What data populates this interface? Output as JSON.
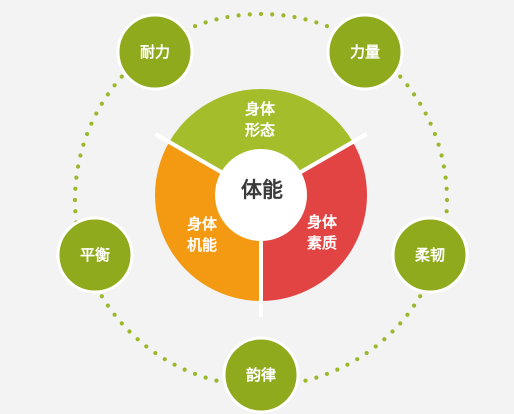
{
  "center": {
    "label": "体能"
  },
  "segments": [
    {
      "id": "shape",
      "label": "身体\n形态",
      "color": "#a4bd2b"
    },
    {
      "id": "quality",
      "label": "身体\n素质",
      "color": "#e24343"
    },
    {
      "id": "function",
      "label": "身体\n机能",
      "color": "#f39a12"
    }
  ],
  "nodes": [
    {
      "id": "endurance",
      "label": "耐力"
    },
    {
      "id": "strength",
      "label": "力量"
    },
    {
      "id": "flexibility",
      "label": "柔韧"
    },
    {
      "id": "rhythm",
      "label": "韵律"
    },
    {
      "id": "balance",
      "label": "平衡"
    }
  ],
  "colors": {
    "node": "#8fab1d",
    "node_ring": "#ffffff",
    "dots": "#9ab82a",
    "divider": "#ffffff",
    "center_fill": "#ffffff",
    "center_text": "#3a3a3a",
    "background": "#f3f3f3"
  }
}
